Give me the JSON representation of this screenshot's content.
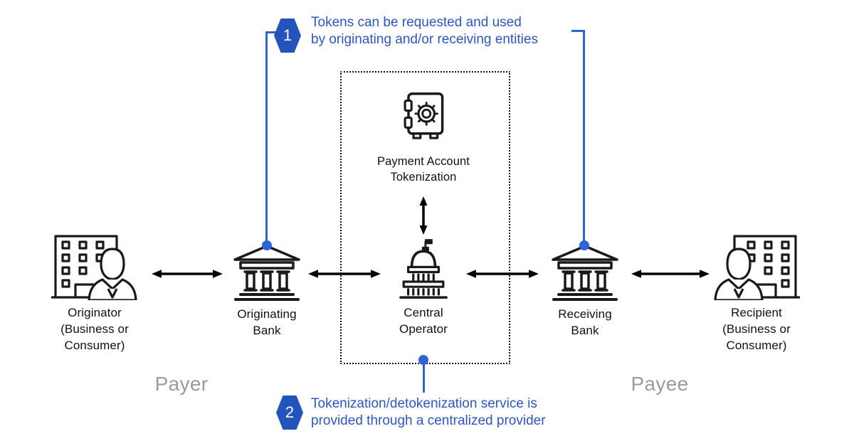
{
  "callouts": {
    "note1": {
      "number": "1",
      "lines": [
        "Tokens can be requested and used",
        "by originating and/or receiving entities"
      ]
    },
    "note2": {
      "number": "2",
      "lines": [
        "Tokenization/detokenization service is",
        "provided through a centralized provider"
      ]
    }
  },
  "tokenization_box": {
    "lines": [
      "Payment Account",
      "Tokenization"
    ]
  },
  "entities": {
    "originator": {
      "lines": [
        "Originator",
        "(Business or",
        "Consumer)"
      ]
    },
    "originating_bank": {
      "lines": [
        "Originating",
        "Bank"
      ]
    },
    "central_operator": {
      "lines": [
        "Central",
        "Operator"
      ]
    },
    "receiving_bank": {
      "lines": [
        "Receiving",
        "Bank"
      ]
    },
    "recipient": {
      "lines": [
        "Recipient",
        "(Business or",
        "Consumer)"
      ]
    }
  },
  "roles": {
    "payer": "Payer",
    "payee": "Payee"
  },
  "icons": {
    "vault": "vault-icon",
    "capitol": "capitol-building-icon",
    "bank": "bank-icon",
    "business_person": "business-person-icon",
    "arrow": "double-arrow-icon"
  },
  "colors": {
    "callout_text_blue": "#2b57c6",
    "badge_blue": "#2254bc",
    "connector_blue": "#2e63d6",
    "icon_black": "#1a1a1a",
    "role_gray": "#9b9b9b"
  }
}
